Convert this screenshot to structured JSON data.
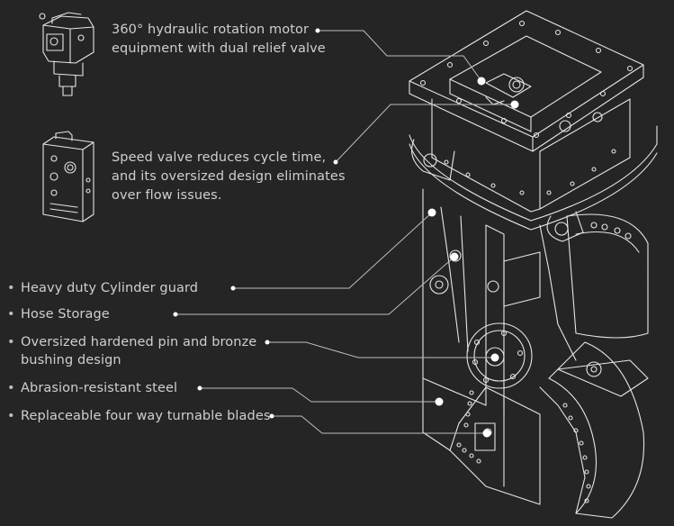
{
  "callouts": {
    "rotation_motor": {
      "line1": "360° hydraulic rotation motor",
      "line2": "equipment with dual relief valve"
    },
    "speed_valve": {
      "line1": "Speed valve reduces cycle time,",
      "line2": "and its oversized design eliminates",
      "line3": "over flow issues."
    }
  },
  "features": [
    {
      "label": "Heavy duty Cylinder guard"
    },
    {
      "label": "Hose Storage"
    },
    {
      "label": "Oversized hardened pin and bronze",
      "label_cont": "bushing design"
    },
    {
      "label": "Abrasion-resistant steel"
    },
    {
      "label": "Replaceable four way turnable blades"
    }
  ],
  "bullet_char": "•",
  "colors": {
    "background": "#252525",
    "line_art": "#e6e6e6",
    "text": "#cfcfcf",
    "leader": "#bdbdbd"
  }
}
